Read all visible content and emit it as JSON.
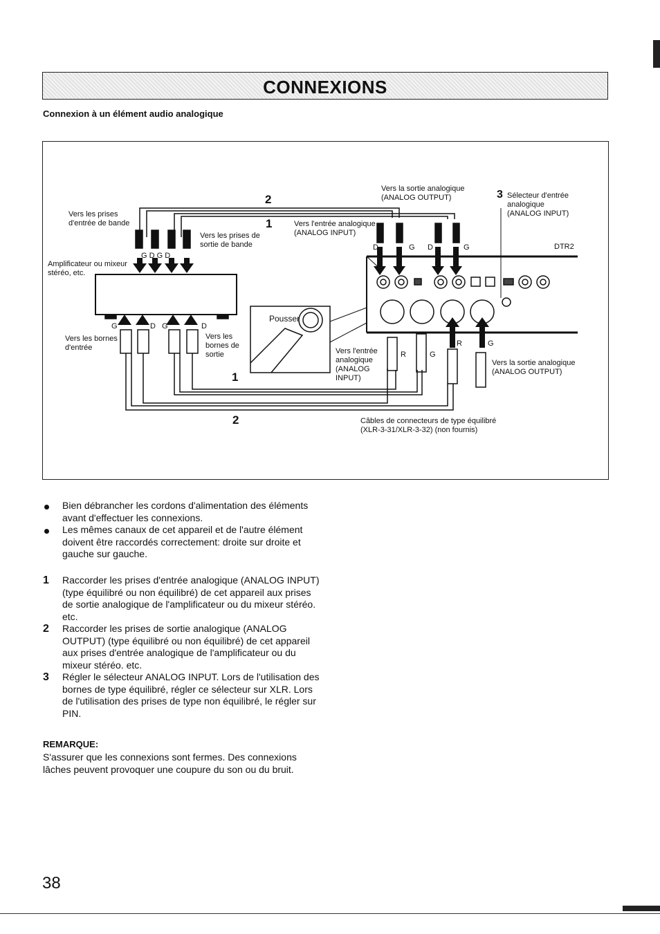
{
  "header": {
    "title": "CONNEXIONS",
    "subtitle": "Connexion à un élément audio analogique"
  },
  "diagram": {
    "num_2_top": "2",
    "num_1_top": "1",
    "num_1_bottom": "1",
    "num_2_bottom": "2",
    "num_3": "3",
    "lbl_band_in": "Vers les prises\nd'entrée de bande",
    "lbl_band_out": "Vers les prises de\nsortie de bande",
    "lbl_amp": "Amplificateur ou mixeur\nstéréo, etc.",
    "lbl_gdgd_top": "G  D  G  D",
    "lbl_in_terminals": "Vers les bornes\nd'entrée",
    "lbl_out_terminals": "Vers les\nbornes de\nsortie",
    "lbl_g1": "G",
    "lbl_d1": "D",
    "lbl_g2": "G",
    "lbl_d2": "D",
    "lbl_pousser": "Pousser",
    "lbl_analog_out_top": "Vers la sortie analogique\n(ANALOG OUTPUT)",
    "lbl_analog_in_top": "Vers l'entrée analogique\n(ANALOG INPUT)",
    "lbl_dg1": "D",
    "lbl_dg2": "G",
    "lbl_dg3": "D",
    "lbl_dg4": "G",
    "lbl_selector": "Sélecteur d'entrée\nanalogique\n(ANALOG INPUT)",
    "lbl_dtr2": "DTR2",
    "lbl_analog_in_xlr": "Vers l'entrée\nanalogique\n(ANALOG\nINPUT)",
    "lbl_r1": "R",
    "lbl_g3": "G",
    "lbl_r2": "R",
    "lbl_g4": "G",
    "lbl_analog_out_xlr": "Vers la sortie analogique\n(ANALOG OUTPUT)",
    "lbl_cables": "Câbles de connecteurs de type équilibré\n(XLR-3-31/XLR-3-32) (non fournis)"
  },
  "bullets": [
    "Bien débrancher les cordons d'alimentation des éléments avant d'effectuer les connexions.",
    "Les mêmes canaux de cet appareil et de l'autre élément doivent être raccordés correctement: droite sur droite et gauche sur gauche."
  ],
  "steps": [
    {
      "num": "1",
      "text": "Raccorder les prises d'entrée analogique (ANALOG INPUT) (type équilibré ou non équilibré) de cet appareil aux prises de sortie analogique de l'amplificateur ou du mixeur stéréo. etc."
    },
    {
      "num": "2",
      "text": "Raccorder les prises de sortie analogique (ANALOG OUTPUT) (type équilibré ou non équilibré) de cet appareil aux prises d'entrée analogique de l'amplificateur ou du mixeur stéréo. etc."
    },
    {
      "num": "3",
      "text": "Régler le sélecteur ANALOG INPUT. Lors de l'utilisation des bornes de type équilibré, régler ce sélecteur sur XLR. Lors de l'utilisation des prises de type non équilibré, le régler sur PIN."
    }
  ],
  "remark": {
    "heading": "REMARQUE:",
    "body": "S'assurer que les connexions sont fermes. Des connexions lâches peuvent provoquer une coupure du son ou du bruit."
  },
  "footer": {
    "page_number": "38"
  }
}
